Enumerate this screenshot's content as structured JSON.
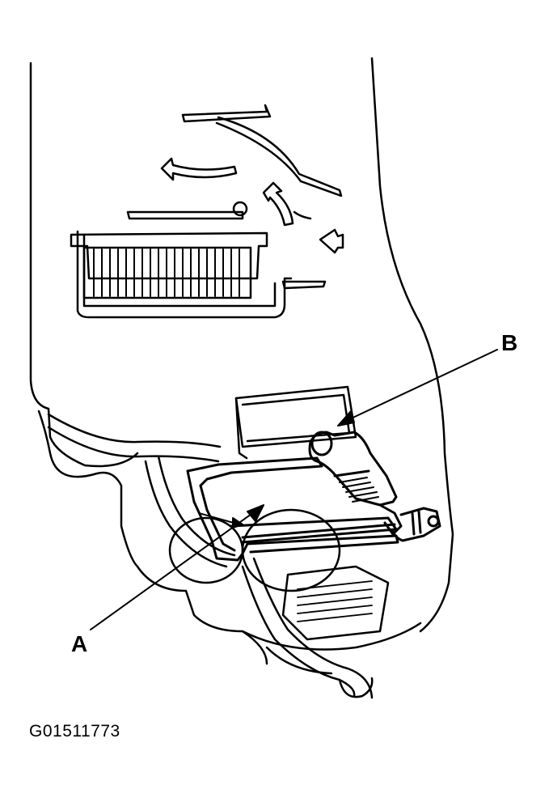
{
  "diagram": {
    "callouts": [
      {
        "id": "a",
        "letter": "A"
      },
      {
        "id": "b",
        "letter": "B"
      }
    ],
    "figure_id": "G01511773"
  }
}
